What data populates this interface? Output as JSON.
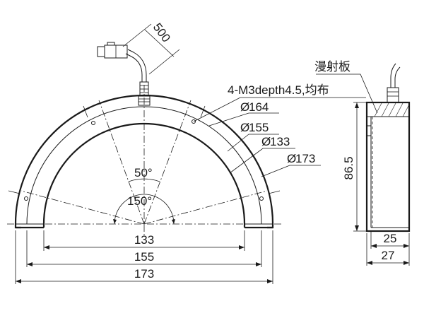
{
  "labels": {
    "cable_length": "500",
    "diffuser": "漫射板",
    "mount_holes": "4-M3depth4.5,均布",
    "d164": "164",
    "d155": "155",
    "d133": "133",
    "d173": "173",
    "angle_50": "50°",
    "angle_150": "150°",
    "width_133": "133",
    "width_155": "155",
    "width_173": "173",
    "height_86_5": "86.5",
    "side_25": "25",
    "side_27": "27"
  },
  "colors": {
    "ink": "#1a1a1a",
    "background": "#ffffff"
  },
  "icons": {
    "diameter_symbol": "diameter-icon"
  }
}
